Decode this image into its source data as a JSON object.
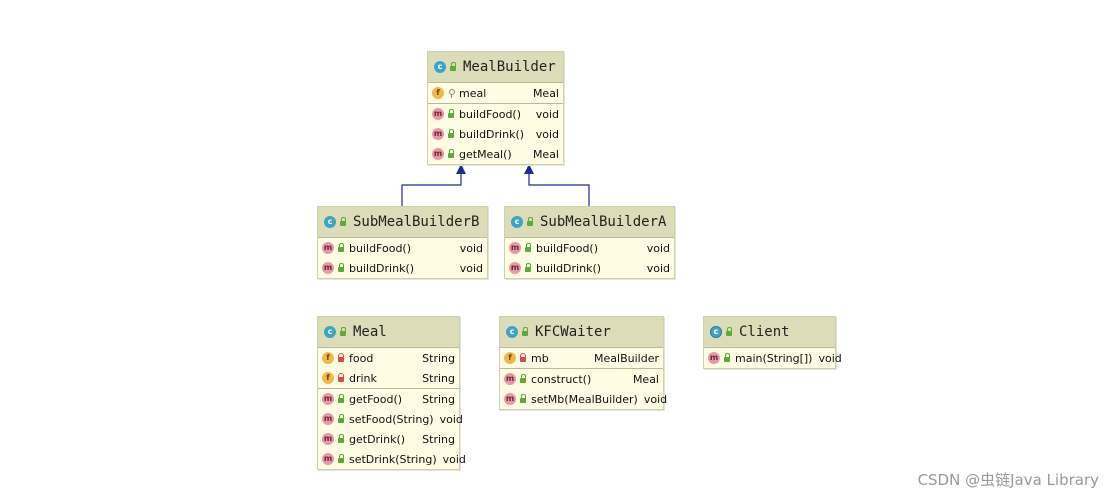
{
  "classes": {
    "mealbuilder": {
      "name": "MealBuilder",
      "fields": [
        {
          "name": "meal",
          "type": "Meal"
        }
      ],
      "methods": [
        {
          "name": "buildFood()",
          "type": "void"
        },
        {
          "name": "buildDrink()",
          "type": "void"
        },
        {
          "name": "getMeal()",
          "type": "Meal"
        }
      ]
    },
    "submealbuilderb": {
      "name": "SubMealBuilderB",
      "methods": [
        {
          "name": "buildFood()",
          "type": "void"
        },
        {
          "name": "buildDrink()",
          "type": "void"
        }
      ]
    },
    "submealbuildera": {
      "name": "SubMealBuilderA",
      "methods": [
        {
          "name": "buildFood()",
          "type": "void"
        },
        {
          "name": "buildDrink()",
          "type": "void"
        }
      ]
    },
    "meal": {
      "name": "Meal",
      "fields": [
        {
          "name": "food",
          "type": "String"
        },
        {
          "name": "drink",
          "type": "String"
        }
      ],
      "methods": [
        {
          "name": "getFood()",
          "type": "String"
        },
        {
          "name": "setFood(String)",
          "type": "void"
        },
        {
          "name": "getDrink()",
          "type": "String"
        },
        {
          "name": "setDrink(String)",
          "type": "void"
        }
      ]
    },
    "kfcwaiter": {
      "name": "KFCWaiter",
      "fields": [
        {
          "name": "mb",
          "type": "MealBuilder"
        }
      ],
      "methods": [
        {
          "name": "construct()",
          "type": "Meal"
        },
        {
          "name": "setMb(MealBuilder)",
          "type": "void"
        }
      ]
    },
    "client": {
      "name": "Client",
      "methods": [
        {
          "name": "main(String[])",
          "type": "void"
        }
      ]
    }
  },
  "icons": {
    "class": "class-icon",
    "field": "field-icon",
    "method": "method-icon",
    "public": "public-lock-icon",
    "private": "private-lock-icon",
    "package": "package-icon"
  },
  "colors": {
    "header": "#dcdcb8",
    "body": "#fefde3",
    "link": "#1d2b8c"
  },
  "watermark": "CSDN @虫链Java Library"
}
